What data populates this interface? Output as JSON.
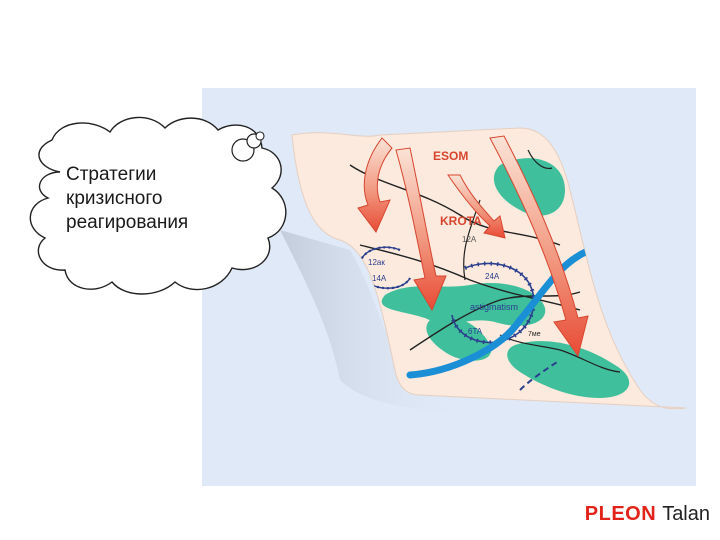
{
  "cloud": {
    "text": "Стратегии\nкризисного\nреагирования"
  },
  "map": {
    "labels": {
      "esom": "ESOM",
      "krota": "KROTA",
      "label_12a": "12A",
      "label_12ak": "12ак",
      "label_14a": "14A",
      "label_24a": "24A",
      "label_astigmatism": "astigmatism",
      "label_6ta": "6TA",
      "label_7me": "7ме"
    }
  },
  "logo": {
    "brand": "PLEON",
    "sub": "Talan"
  },
  "colors": {
    "panel": "#dfe9f7",
    "paper": "#fbeadd",
    "teal": "#3fbf9c",
    "arrow": "#e8503c",
    "blue_line": "#1a8fd6",
    "navy": "#2b3f8f",
    "logo_red": "#e2231a"
  }
}
